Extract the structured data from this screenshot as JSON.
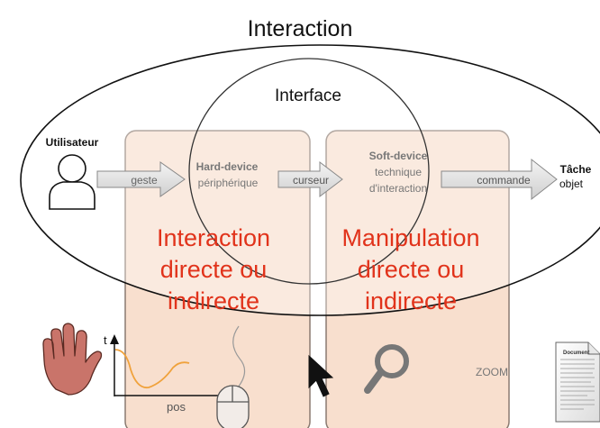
{
  "diagram": {
    "title": "Interaction",
    "interface_label": "Interface",
    "user": {
      "label": "Utilisateur"
    },
    "hard_device": {
      "title": "Hard-device",
      "subtitle": "périphérique"
    },
    "soft_device": {
      "title": "Soft-device",
      "line1": "technique",
      "line2": "d'interaction"
    },
    "task": {
      "title": "Tâche",
      "subtitle": "objet"
    },
    "arrows": {
      "geste": "geste",
      "curseur": "curseur",
      "commande": "commande"
    },
    "left_panel": {
      "line1": "Interaction",
      "line2": "directe ou",
      "line3": "indirecte"
    },
    "right_panel": {
      "line1": "Manipulation",
      "line2": "directe ou",
      "line3": "indirecte"
    },
    "plot": {
      "y_label": "t",
      "x_label": "pos"
    },
    "zoom_label": "ZOOM",
    "document_label": "Document",
    "colors": {
      "panel_fill": "#f7d9c6",
      "panel_stroke": "#8a7a70",
      "red_text": "#e1331b",
      "orange_curve": "#f0a23c",
      "arrow_fill": "#e0e0e0",
      "hand_fill": "#c9746a"
    }
  }
}
